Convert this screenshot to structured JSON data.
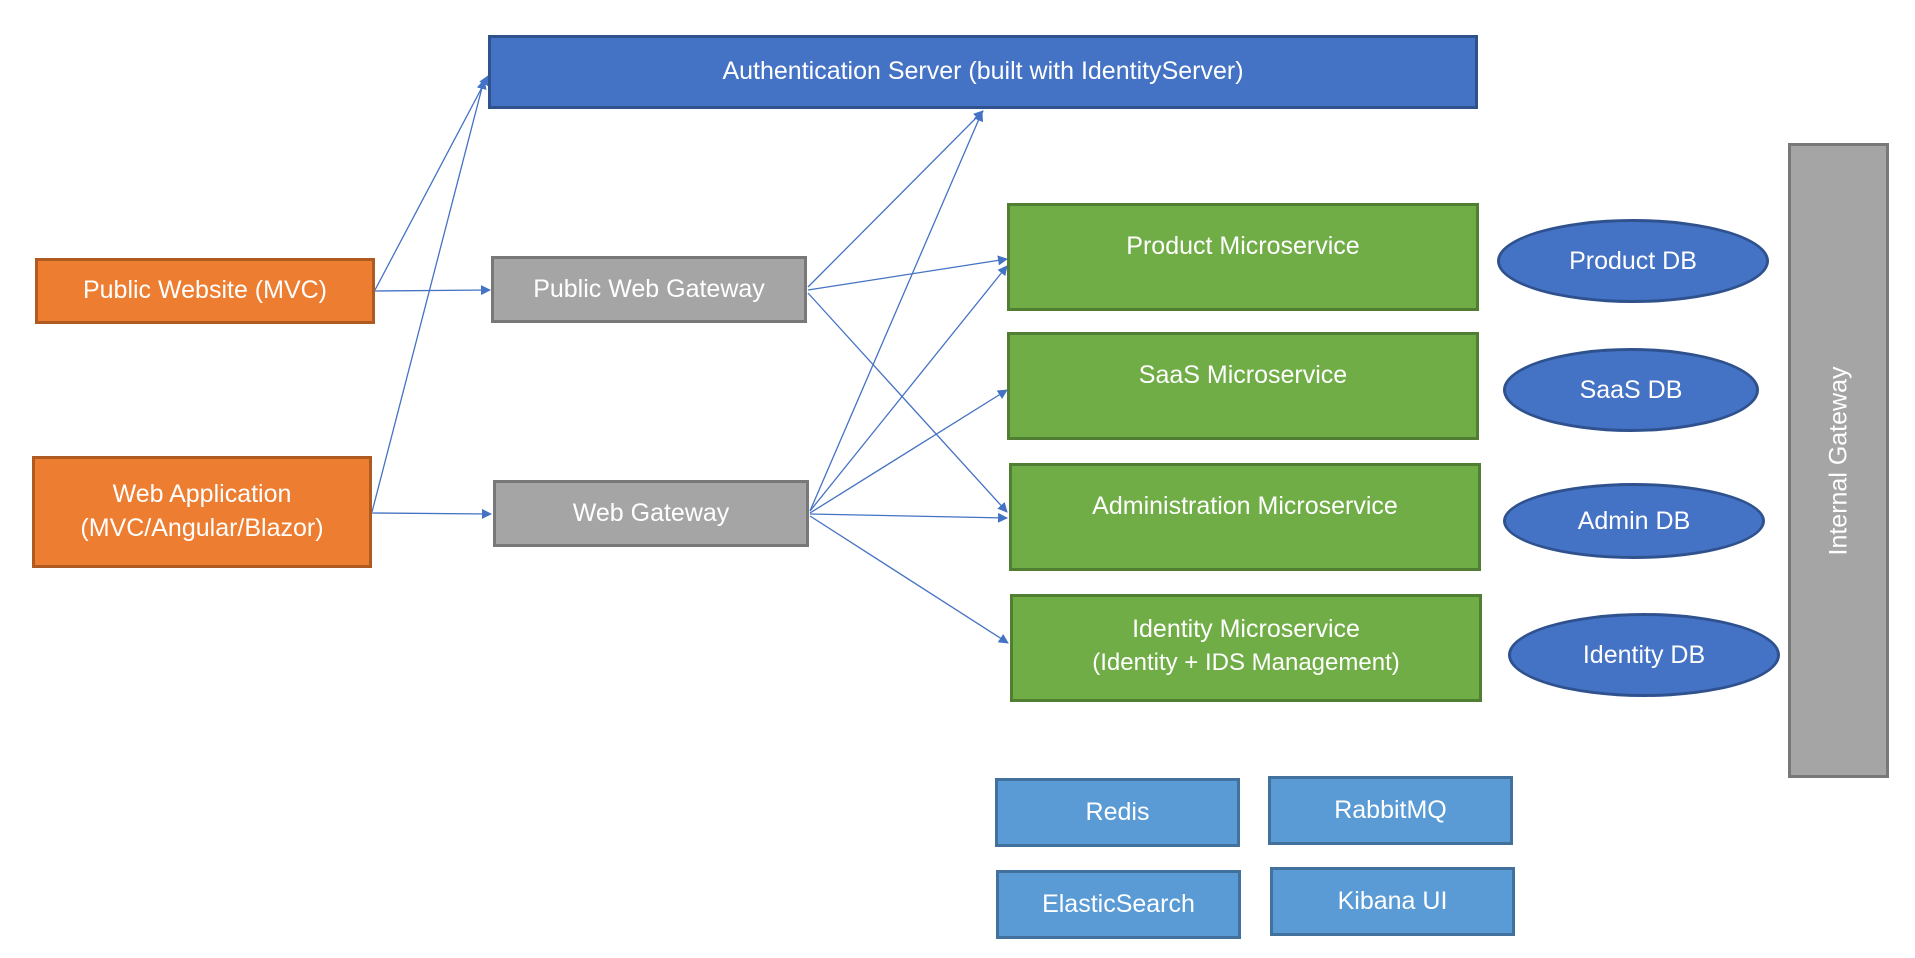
{
  "nodes": {
    "auth_server": "Authentication Server (built with IdentityServer)",
    "public_website": "Public Website (MVC)",
    "web_application": [
      "Web Application",
      "(MVC/Angular/Blazor)"
    ],
    "public_web_gateway": "Public Web Gateway",
    "web_gateway": "Web Gateway",
    "product_ms": "Product Microservice",
    "saas_ms": "SaaS Microservice",
    "admin_ms": "Administration Microservice",
    "identity_ms": [
      "Identity Microservice",
      "(Identity + IDS Management)"
    ],
    "product_db": "Product DB",
    "saas_db": "SaaS DB",
    "admin_db": "Admin DB",
    "identity_db": "Identity DB",
    "internal_gateway": "Internal Gateway",
    "redis": "Redis",
    "rabbitmq": "RabbitMQ",
    "elasticsearch": "ElasticSearch",
    "kibana": "Kibana UI"
  },
  "edges": [
    {
      "from": "Public Website (MVC)",
      "to": "Authentication Server (built with IdentityServer)"
    },
    {
      "from": "Public Website (MVC)",
      "to": "Public Web Gateway"
    },
    {
      "from": "Web Application",
      "to": "Authentication Server (built with IdentityServer)"
    },
    {
      "from": "Web Application",
      "to": "Web Gateway"
    },
    {
      "from": "Public Web Gateway",
      "to": "Authentication Server (built with IdentityServer)"
    },
    {
      "from": "Public Web Gateway",
      "to": "Product Microservice"
    },
    {
      "from": "Public Web Gateway",
      "to": "Administration Microservice"
    },
    {
      "from": "Web Gateway",
      "to": "Authentication Server (built with IdentityServer)"
    },
    {
      "from": "Web Gateway",
      "to": "Product Microservice"
    },
    {
      "from": "Web Gateway",
      "to": "SaaS Microservice"
    },
    {
      "from": "Web Gateway",
      "to": "Administration Microservice"
    },
    {
      "from": "Web Gateway",
      "to": "Identity Microservice"
    }
  ],
  "colors": {
    "client": "#ed7d31",
    "gateway": "#a5a5a5",
    "auth": "#4472c4",
    "microservice": "#70ad47",
    "database": "#4472c4",
    "infrastructure": "#5b9bd5",
    "arrow": "#4472c4"
  }
}
